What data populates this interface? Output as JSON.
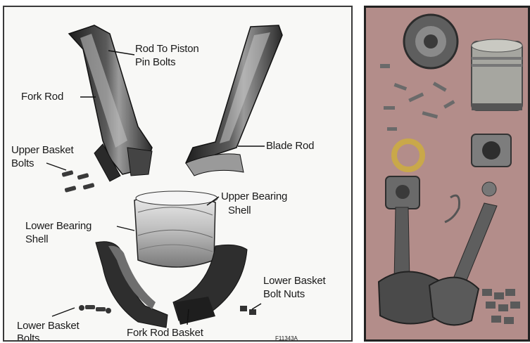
{
  "diagram": {
    "labels": {
      "rod_to_piston": [
        "Rod To Piston",
        "Pin Bolts"
      ],
      "fork_rod": "Fork Rod",
      "blade_rod": "Blade Rod",
      "upper_basket_bolts": [
        "Upper Basket",
        "Bolts"
      ],
      "upper_bearing_shell": [
        "Upper Bearing",
        "Shell"
      ],
      "lower_bearing_shell": [
        "Lower Bearing",
        "Shell"
      ],
      "lower_basket_bolt_nuts": [
        "Lower Basket",
        "Bolt Nuts"
      ],
      "lower_basket_bolts": [
        "Lower Basket",
        "Bolts"
      ],
      "fork_rod_basket": "Fork Rod Basket",
      "figure_id": "F11343A"
    }
  }
}
